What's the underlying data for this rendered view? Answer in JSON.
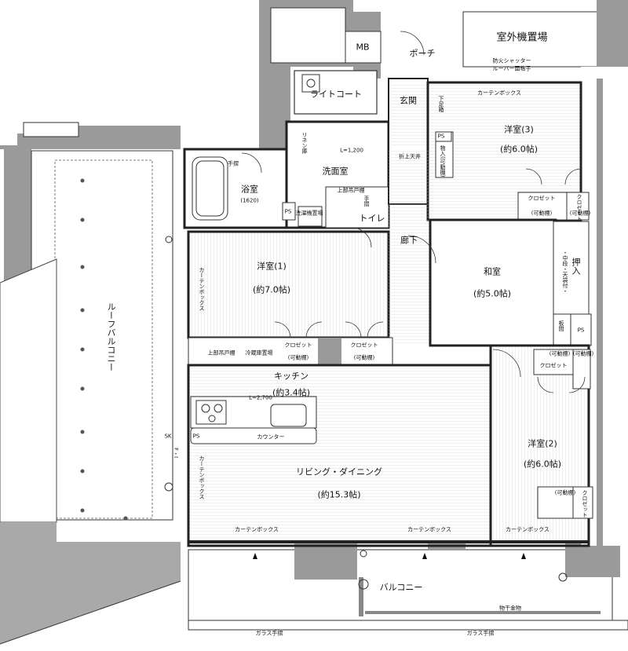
{
  "rooms": {
    "outdoor_unit": "室外機置場",
    "mb": "MB",
    "porch": "ポーチ",
    "shutter": "防火シャッター",
    "louver": "ルーバー面格子",
    "light_court": "ライトコート",
    "entrance": "玄関",
    "shoe_box": "下足箱",
    "curtain_box": "カーテンボックス",
    "western3_name": "洋室(3)",
    "western3_size": "(約6.0帖)",
    "ps": "PS",
    "storage": "物入(可動棚)",
    "fold_ceiling": "折上天井",
    "linen": "リネン庫",
    "l1200": "L=1,200",
    "handrail": "手摺",
    "washroom": "洗面室",
    "bath": "浴室",
    "bath_size": "(1620)",
    "upper_cabinet": "上部吊戸棚",
    "washer": "洗濯機置場",
    "toilet": "トイレ",
    "closet": "クロゼット",
    "closet_short": "クロゼット",
    "movable_shelf": "(可動棚)",
    "hallway": "廊下",
    "western1_name": "洋室(1)",
    "western1_size": "(約7.0帖)",
    "japanese_name": "和室",
    "japanese_size": "(約5.0帖)",
    "oshiire": "押入",
    "oshiire_detail": "・中段・天袋付・",
    "board": "板間",
    "roof_balcony": "ルーフバルコニー",
    "fridge": "冷蔵庫置場",
    "kitchen_name": "キッチン",
    "kitchen_size": "(約3.4帖)",
    "l2700": "L=2,700",
    "counter": "カウンター",
    "sk": "SK",
    "living_name": "リビング・ダイニング",
    "living_size": "(約15.3帖)",
    "western2_name": "洋室(2)",
    "western2_size": "(約6.0帖)",
    "balcony": "バルコニー",
    "rail": "物干金物",
    "glass_rail": "ガラス手摺",
    "fi": "F・I"
  }
}
